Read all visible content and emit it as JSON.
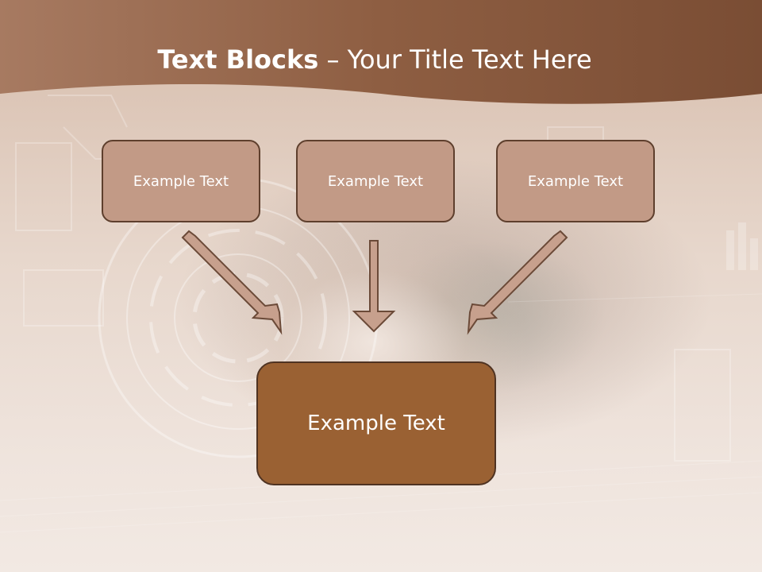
{
  "slide": {
    "title_bold": "Text Blocks",
    "title_dash": " – ",
    "title_rest": "Your Title Text Here",
    "boxes": [
      {
        "label": "Example Text"
      },
      {
        "label": "Example Text"
      },
      {
        "label": "Example Text"
      }
    ],
    "target_box": {
      "label": "Example Text"
    }
  },
  "colors": {
    "header": "#8a5a3d",
    "box_fill": "#c29a86",
    "box_border": "#5e3f2d",
    "target_fill": "#9a6133",
    "arrow_fill": "#c7a08d",
    "arrow_stroke": "#6b4a38"
  }
}
